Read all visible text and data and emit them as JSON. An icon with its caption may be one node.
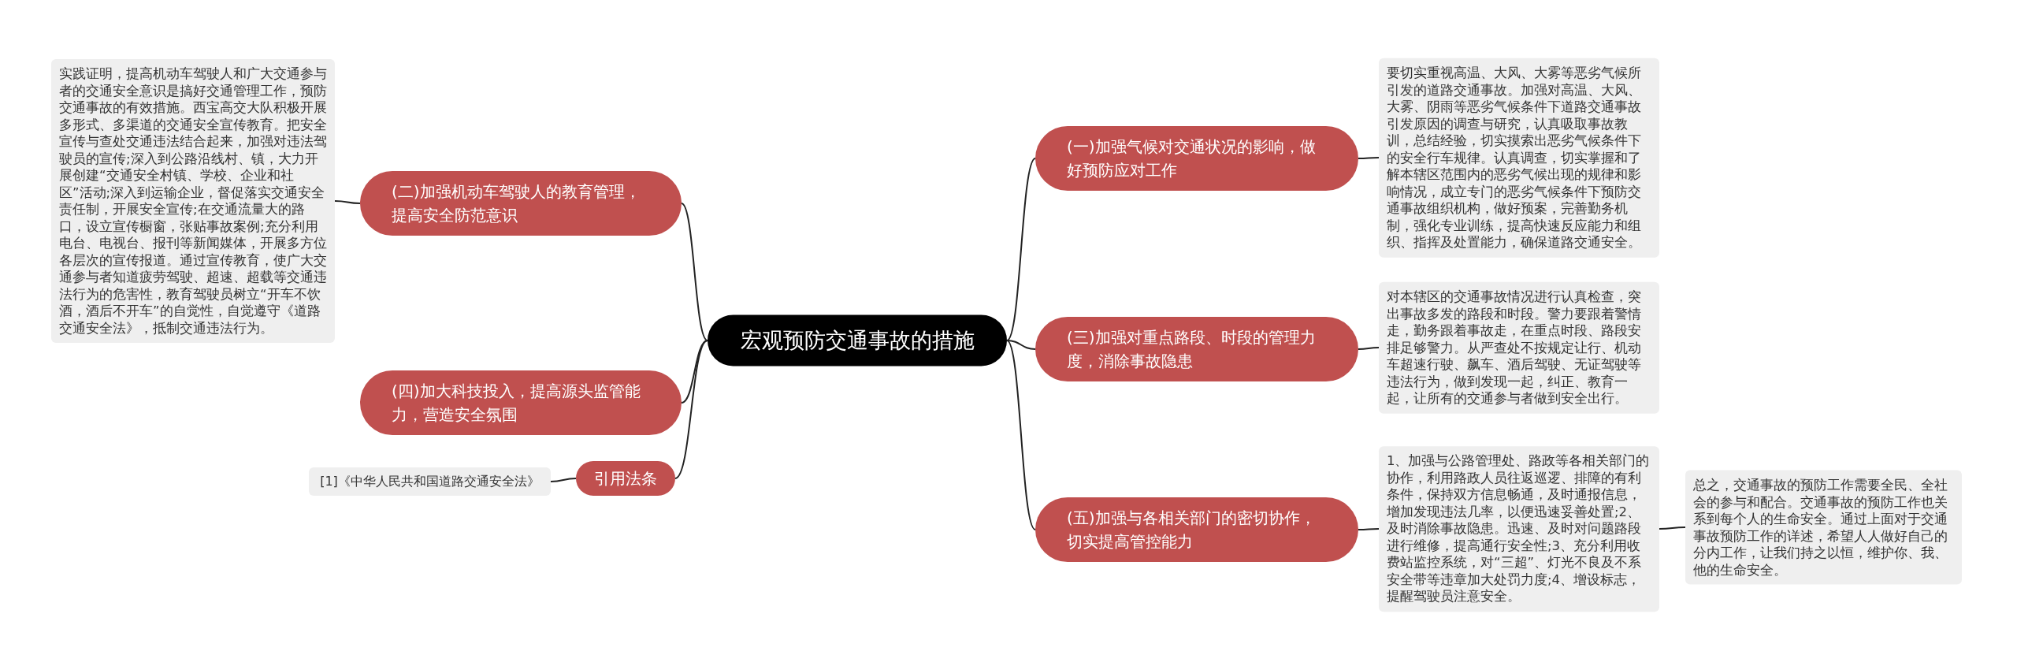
{
  "diagram": {
    "nodes": [
      {
        "text": [
          "宏观预防交通事故的措施"
        ]
      },
      {
        "text": [
          "(一)加强气候对交通状况的影响，做好预防应对工作"
        ]
      },
      {
        "text": [
          "要切实重视高温、大风、大雾等恶劣气候所引发的道路交通事故。加强对高温、大风、大雾、阴雨等恶劣气候条件下道路交通事故引发原因的调查与研究，认真吸取事故教训，总结经验，切实摸索出恶劣气候条件下的安全行车规律。认真调查，切实掌握和了解本辖区范围内的恶劣气候出现的规律和影响情况，成立专门的恶劣气候条件下预防交通事故组织机构，做好预案，完善勤务机制，强化专业训练，提高快速反应能力和组织、指挥及处置能力，确保道路交通安全。"
        ]
      },
      {
        "text": [
          "(二)加强机动车驾驶人的教育管理，提高安全防范意识"
        ]
      },
      {
        "text": [
          "实践证明，提高机动车驾驶人和广大交通参与者的交通安全意识是搞好交通管理工作，预防交通事故的有效措施。西宝高交大队积极开展多形式、多渠道的交通安全宣传教育。把安全宣传与查处交通违法结合起来，加强对违法驾驶员的宣传;深入到公路沿线村、镇，大力开展创建“交通安全村镇、学校、企业和社区”活动;深入到运输企业，督促落实交通安全责任制，开展安全宣传;在交通流量大的路口，设立宣传橱窗，张贴事故案例;充分利用电台、电视台、报刊等新闻媒体，开展多方位各层次的宣传报道。通过宣传教育，使广大交通参与者知道疲劳驾驶、超速、超载等交通违法行为的危害性，教育驾驶员树立“开车不饮酒，酒后不开车”的自觉性，自觉遵守《道路交通安全法》，抵制交通违法行为。"
        ]
      },
      {
        "text": [
          "(三)加强对重点路段、时段的管理力度，消除事故隐患"
        ]
      },
      {
        "text": [
          "对本辖区的交通事故情况进行认真检查，突出事故多发的路段和时段。警力要跟着警情走，勤务跟着事故走，在重点时段、路段安排足够警力。从严查处不按规定让行、机动车超速行驶、飙车、酒后驾驶、无证驾驶等违法行为，做到发现一起，纠正、教育一起，让所有的交通参与者做到安全出行。"
        ]
      },
      {
        "text": [
          "(四)加大科技投入，提高源头监管能力，营造安全氛围"
        ]
      },
      {
        "text": [
          "(五)加强与各相关部门的密切协作，切实提高管控能力"
        ]
      },
      {
        "text": [
          "1、加强与公路管理处、路政等各相关部门的协作，利用路政人员往返巡逻、排障的有利条件，保持双方信息畅通，及时通报信息，增加发现违法几率，以便迅速妥善处置;2、及时消除事故隐患。迅速、及时对问题路段进行维修，提高通行安全性;3、充分利用收费站监控系统，对“三超”、灯光不良及不系安全带等违章加大处罚力度;4、增设标志，提醒驾驶员注意安全。"
        ]
      },
      {
        "text": [
          "总之，交通事故的预防工作需要全民、全社会的参与和配合。交通事故的预防工作也关系到每个人的生命安全。通过上面对于交通事故预防工作的详述，希望人人做好自己的分内工作，让我们持之以恒，维护你、我、他的生命安全。"
        ]
      },
      {
        "text": [
          "引用法条"
        ]
      },
      {
        "text": [
          "[1]《中华人民共和国道路交通安全法》"
        ]
      }
    ],
    "edges": [
      {
        "from": 0,
        "to": 1,
        "arrow": "none"
      },
      {
        "from": 1,
        "to": 2,
        "arrow": "none"
      },
      {
        "from": 0,
        "to": 3,
        "arrow": "none"
      },
      {
        "from": 3,
        "to": 4,
        "arrow": "none"
      },
      {
        "from": 0,
        "to": 5,
        "arrow": "none"
      },
      {
        "from": 5,
        "to": 6,
        "arrow": "none"
      },
      {
        "from": 0,
        "to": 7,
        "arrow": "none"
      },
      {
        "from": 0,
        "to": 8,
        "arrow": "none"
      },
      {
        "from": 8,
        "to": 9,
        "arrow": "none"
      },
      {
        "from": 9,
        "to": 10,
        "arrow": "none"
      },
      {
        "from": 0,
        "to": 11,
        "arrow": "none"
      },
      {
        "from": 11,
        "to": 12,
        "arrow": "none"
      }
    ]
  }
}
